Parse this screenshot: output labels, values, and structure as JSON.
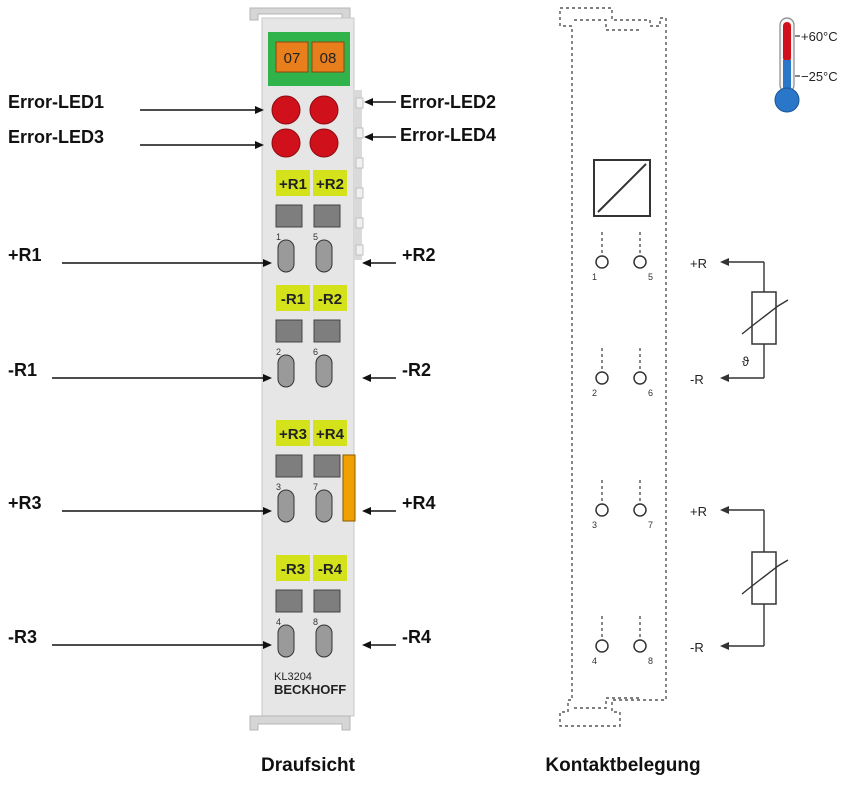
{
  "top_view": {
    "caption": "Draufsicht",
    "channel_labels": [
      "07",
      "08"
    ],
    "led_labels": [
      "Error-LED1",
      "Error-LED2",
      "Error-LED3",
      "Error-LED4"
    ],
    "terminal_labels": [
      "+R1",
      "+R2",
      "-R1",
      "-R2",
      "+R3",
      "+R4",
      "-R3",
      "-R4"
    ],
    "pointer_labels": [
      "+R1",
      "+R2",
      "-R1",
      "-R2",
      "+R3",
      "+R4",
      "-R3",
      "-R4"
    ],
    "terminal_numbers": [
      "1",
      "5",
      "2",
      "6",
      "3",
      "7",
      "4",
      "8"
    ],
    "model": "KL3204",
    "brand": "BECKHOFF"
  },
  "contact_assignment": {
    "caption": "Kontaktbelegung",
    "contact_numbers": [
      "1",
      "5",
      "2",
      "6",
      "3",
      "7",
      "4",
      "8"
    ],
    "wiring_labels": [
      "+R",
      "-R",
      "+R",
      "-R"
    ],
    "theta_symbol": "ϑ"
  },
  "temperature": {
    "max": "+60°C",
    "min": "−25°C"
  },
  "colors": {
    "led": "#d0111b",
    "label_yellow": "#d4e21c",
    "channel_orange": "#e87e1c",
    "top_green": "#2fb34a",
    "module_grey": "#e3e3e3",
    "accent_orange": "#f0a000"
  }
}
